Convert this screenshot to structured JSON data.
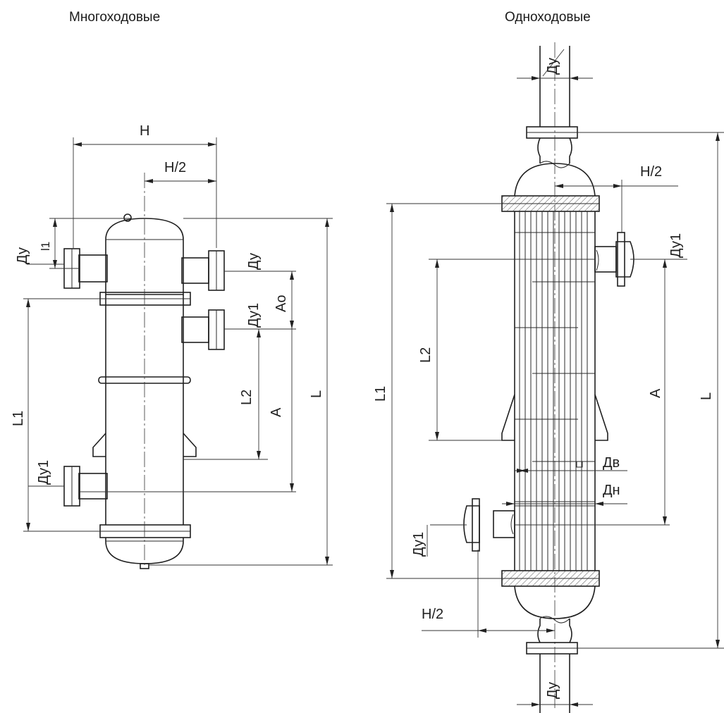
{
  "titles": {
    "multi_pass": "Многоходовые",
    "single_pass": "Одноходовые"
  },
  "labels": {
    "H": "Н",
    "H_half": "Н/2",
    "Du": "Ду",
    "Du1": "Ду1",
    "l1": "l1",
    "A0": "Ао",
    "L": "L",
    "L1": "L1",
    "L2": "L2",
    "A": "А",
    "Dv": "Дв",
    "Dn": "Дн"
  }
}
